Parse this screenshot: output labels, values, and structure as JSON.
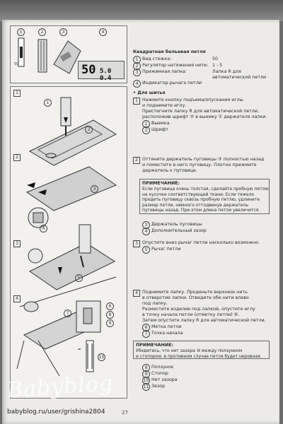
{
  "top_panel": {
    "markers": [
      "1",
      "2",
      "3",
      "4"
    ],
    "dial_value": "50",
    "lcd_big": "50",
    "lcd_small": "5.0 0.4"
  },
  "main_panel": {
    "step_markers": [
      "1",
      "2",
      "3",
      "4"
    ],
    "callouts": [
      "1",
      "2",
      "3",
      "4",
      "5",
      "6",
      "7",
      "8",
      "9",
      "10"
    ]
  },
  "section_title": "Квадратная бельевая петля",
  "settings": [
    {
      "num": "1",
      "label": "Вид стежка:",
      "value": "50"
    },
    {
      "num": "2",
      "label": "Регулятор натяжения нити:",
      "value": "1 - 5"
    },
    {
      "num": "3",
      "label": "Прижимная лапка:",
      "value": "Лапка R для",
      "value2": "автоматической петли"
    },
    {
      "num": "4",
      "label": "Индикатор рычага петли",
      "value": ""
    }
  ],
  "sewing_heading": "• Для шитья",
  "step1": {
    "num": "1",
    "lines": [
      "Нажмите кнопку подъема/опускания иглы",
      "и поднимите иглу.",
      "Пристегните лапку R для автоматической петли,",
      "расположив шрифт ② в выемку ① держателя лапки."
    ],
    "legend": [
      {
        "num": "1",
        "text": "Выемка"
      },
      {
        "num": "2",
        "text": "Шрифт"
      }
    ]
  },
  "step2": {
    "num": "2",
    "lines": [
      "Оттяните держатель пуговицы ③ полностью назад",
      "и поместите в него пуговицу. Плотно прижмите",
      "держатель к пуговице."
    ],
    "note_title": "ПРИМЕЧАНИЕ:",
    "note_lines": [
      "Если пуговица очень толстая, сделайте пробную петлю",
      "на кусочке соответствующей ткани. Если тяжело",
      "продеть пуговицу сквозь пробную петлю, удлините",
      "размер петли, немного оттодвинув держатель",
      "пуговицы назад. При этом длина петли увеличится."
    ],
    "legend": [
      {
        "num": "3",
        "text": "Держатель пуговицы"
      },
      {
        "num": "4",
        "text": "Дополнительный зазор"
      }
    ]
  },
  "step3": {
    "num": "3",
    "lines": [
      "Опустите вниз рычаг петли насколько возможно."
    ],
    "legend": [
      {
        "num": "5",
        "text": "Рычаг петли"
      }
    ]
  },
  "step4": {
    "num": "4",
    "lines": [
      "Поднимите лапку. Проденьте верхнюю нить",
      "в отверстие лапки. Отведите обе нити влево",
      "под лапку.",
      "Разместите изделие под лапкой, опустите иглу",
      "в точку начала петли (отметку петли) ⑥.",
      "Затем опустите лапку R для автоматической петли."
    ],
    "legend": [
      {
        "num": "6",
        "text": "Метка петли"
      },
      {
        "num": "7",
        "text": "Точка начала"
      }
    ]
  },
  "note2": {
    "title": "ПРИМЕЧАНИЕ:",
    "lines": [
      "Убедитесь, что нет зазора ⑩ между ползунком",
      "и стопором, в противном случае петля будет неровная."
    ]
  },
  "final_legend": [
    {
      "num": "8",
      "text": "Ползунок"
    },
    {
      "num": "9",
      "text": "Стопор"
    },
    {
      "num": "10",
      "text": "Нет зазора"
    },
    {
      "num": "11",
      "text": "Зазор"
    }
  ],
  "page_number": "27",
  "watermark": "Babyblog",
  "watermark_url": "babyblog.ru/user/grishina2804"
}
